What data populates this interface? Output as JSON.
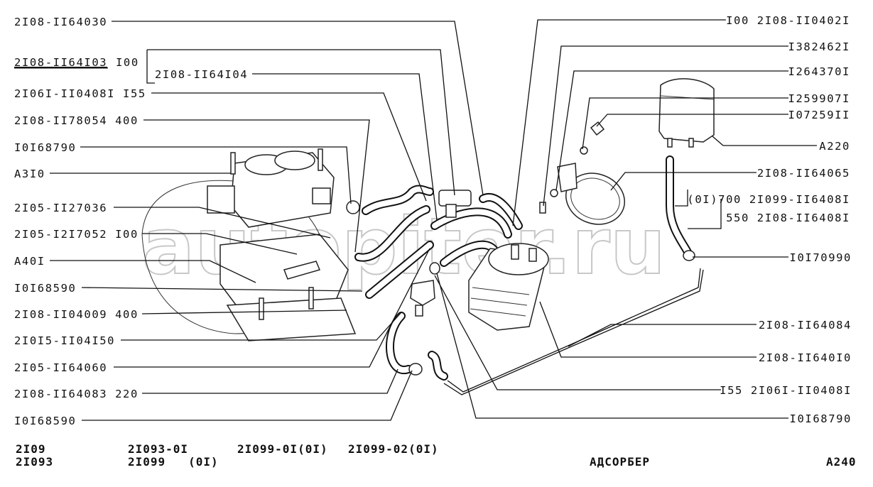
{
  "watermark": "autopiter.ru",
  "left_labels": [
    "2I08-II64030",
    "2I08-II64I03",
    "I00",
    "2I08-II64I04",
    "2I06I-II0408I I55",
    "2I08-II78054 400",
    "I0I68790",
    "A3I0",
    "2I05-II27036",
    "2I05-I2I7052 I00",
    "A40I",
    "I0I68590",
    "2I08-II04009 400",
    "2I0I5-II04I50",
    "2I05-II64060",
    "2I08-II64083 220",
    "I0I68590"
  ],
  "right_labels": [
    "I00 2I08-II0402I",
    "I382462I",
    "I264370I",
    "I259907I",
    "I07259II",
    "A220",
    "2I08-II64065",
    "(0I)700 2I099-II6408I",
    "550  2I08-II6408I",
    "I0I70990",
    "2I08-II64084",
    "2I08-II640I0",
    "I55 2I06I-II0408I",
    "I0I68790"
  ],
  "footer": {
    "models_a1": "2I09",
    "models_a2": "2I093",
    "models_b1": "2I093-0I",
    "models_b2": "2I099   (0I)",
    "models_c1": "2I099-0I(0I)",
    "models_d1": "2I099-02(0I)",
    "title": "АДСОРБЕР",
    "page": "A240"
  }
}
